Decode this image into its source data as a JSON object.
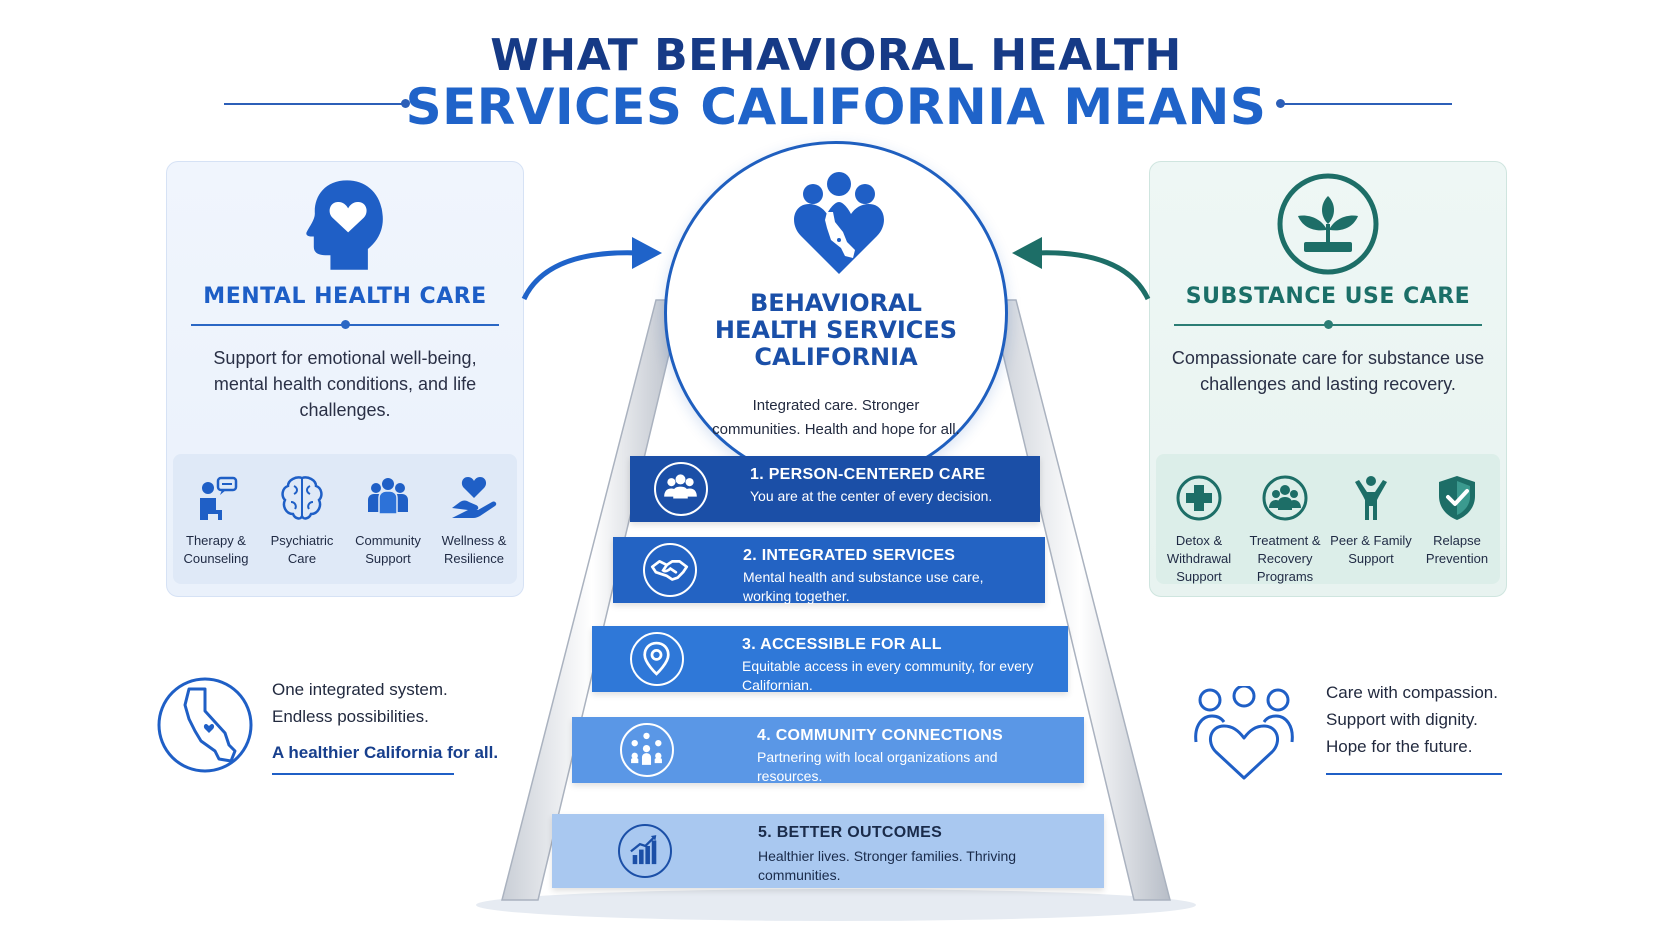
{
  "title": {
    "line1": "WHAT BEHAVIORAL HEALTH",
    "line2": "SERVICES CALIFORNIA MEANS"
  },
  "colors": {
    "navy": "#163a86",
    "blue": "#1f63c9",
    "teal": "#1b6f68",
    "step1": "#1b4fa7",
    "step2": "#2363c3",
    "step3": "#2f78d8",
    "step4": "#5a97e6",
    "step5": "#a9c8f0"
  },
  "mental_health": {
    "icon": "head-heart-icon",
    "heading": "MENTAL HEALTH CARE",
    "description": "Support for emotional well-being, mental health conditions, and life challenges.",
    "items": [
      {
        "icon": "therapy-icon",
        "label": "Therapy & Counseling"
      },
      {
        "icon": "brain-icon",
        "label": "Psychiatric Care"
      },
      {
        "icon": "community-icon",
        "label": "Community Support"
      },
      {
        "icon": "hand-heart-icon",
        "label": "Wellness & Resilience"
      }
    ]
  },
  "substance_use": {
    "icon": "sprout-icon",
    "heading": "SUBSTANCE USE CARE",
    "description": "Compassionate care for substance use challenges and lasting recovery.",
    "items": [
      {
        "icon": "medical-cross-icon",
        "label": "Detox & Withdrawal Support"
      },
      {
        "icon": "group-circle-icon",
        "label": "Treatment & Recovery Programs"
      },
      {
        "icon": "person-raised-arms-icon",
        "label": "Peer & Family Support"
      },
      {
        "icon": "shield-check-icon",
        "label": "Relapse Prevention"
      }
    ]
  },
  "center": {
    "icon": "california-heart-people-icon",
    "title": "BEHAVIORAL HEALTH SERVICES CALIFORNIA",
    "tagline": "Integrated care. Stronger communities. Health and hope for all."
  },
  "steps": [
    {
      "icon": "people-icon",
      "title": "1. PERSON-CENTERED CARE",
      "desc": "You are at the center of every decision."
    },
    {
      "icon": "handshake-icon",
      "title": "2. INTEGRATED SERVICES",
      "desc": "Mental health and substance use care, working together."
    },
    {
      "icon": "location-pin-icon",
      "title": "3. ACCESSIBLE FOR ALL",
      "desc": "Equitable access in every community, for every Californian."
    },
    {
      "icon": "network-people-icon",
      "title": "4. COMMUNITY CONNECTIONS",
      "desc": "Partnering with local organizations and resources."
    },
    {
      "icon": "growth-chart-icon",
      "title": "5. BETTER OUTCOMES",
      "desc": "Healthier lives. Stronger families. Thriving communities."
    }
  ],
  "bottom_left": {
    "icon": "california-map-icon",
    "line1": "One integrated system.",
    "line2": "Endless possibilities.",
    "emphasis": "A healthier California for all."
  },
  "bottom_right": {
    "icon": "family-heart-icon",
    "line1": "Care with compassion.",
    "line2": "Support with dignity.",
    "line3": "Hope for the future."
  }
}
